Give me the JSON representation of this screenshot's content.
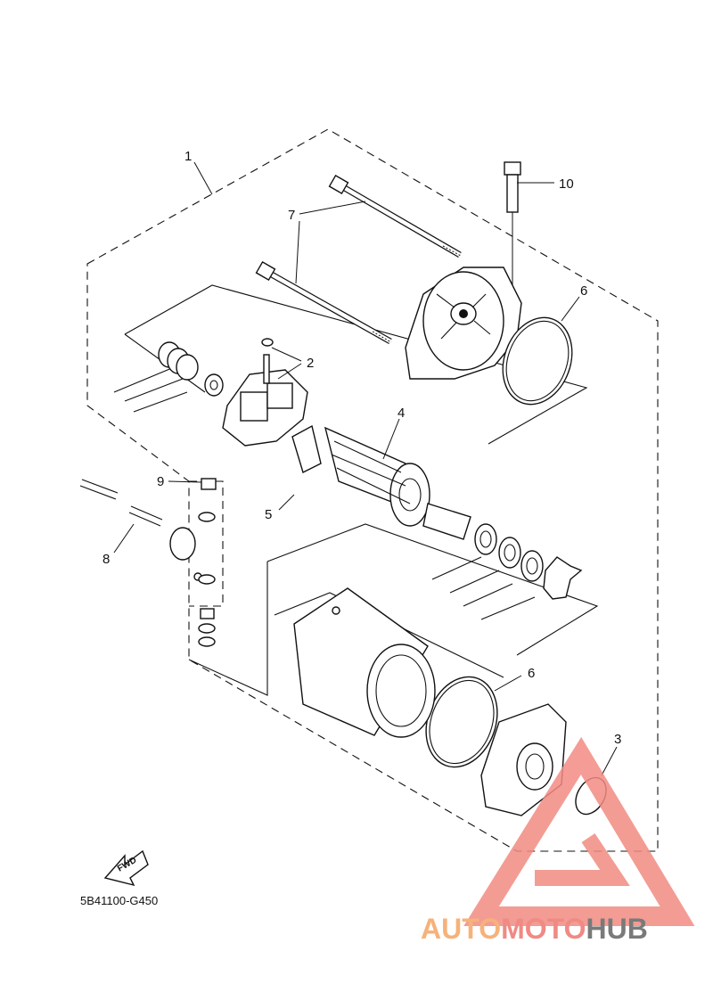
{
  "diagram": {
    "part_labels": [
      "1",
      "2",
      "3",
      "4",
      "5",
      "6",
      "6",
      "7",
      "8",
      "9",
      "10"
    ],
    "diagram_code": "5B41100-G450",
    "fwd_label": "FWD"
  },
  "watermark": {
    "part1": "AUTO",
    "part2": "MOTO",
    "part3": "HUB",
    "colors": {
      "auto": "#f6b27a",
      "moto": "#f08a84",
      "hub": "#7a7a7a",
      "triangle": "#f28b82"
    }
  }
}
